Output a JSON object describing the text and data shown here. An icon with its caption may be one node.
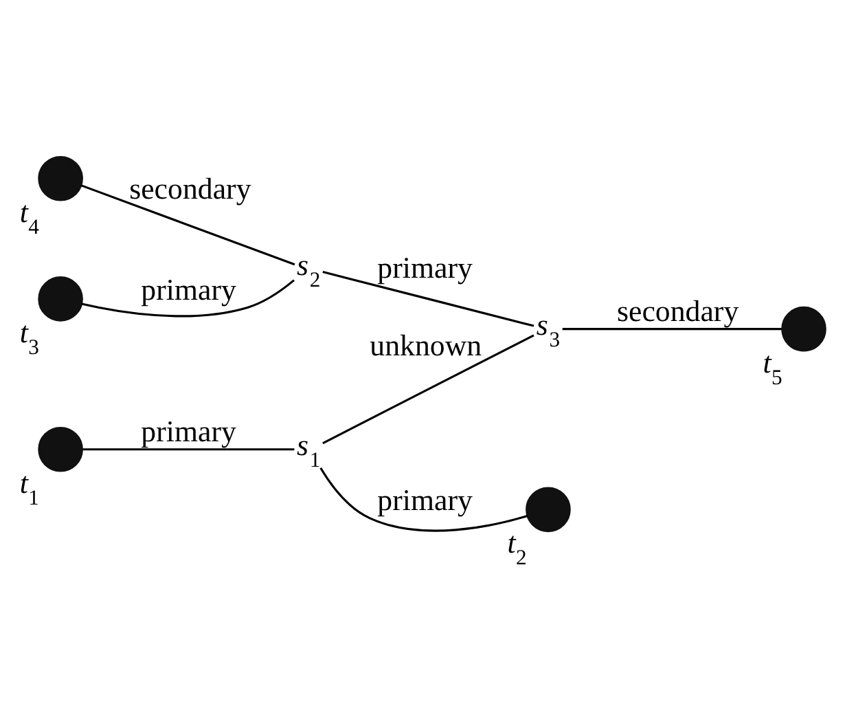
{
  "diagram": {
    "nodes": [
      {
        "text": [],
        "shape": "circle",
        "beside": [
          "*t*$_{3}$"
        ]
      },
      {
        "text": [],
        "shape": "circle",
        "beside": [
          "*t*$_{4}$"
        ]
      },
      {
        "text": [],
        "shape": "point",
        "beside": [
          "*s*$_{2}$"
        ]
      },
      {
        "text": [],
        "shape": "point",
        "beside": [
          "*s*$_{3}$"
        ]
      },
      {
        "text": [],
        "shape": "circle",
        "beside": [
          "*t*$_{1}$"
        ]
      },
      {
        "text": [],
        "shape": "point",
        "beside": [
          "*s*$_{1}$"
        ]
      },
      {
        "text": [],
        "shape": "circle",
        "beside": [
          "*t*$_{5}$"
        ]
      },
      {
        "text": [],
        "shape": "circle",
        "beside": [
          "*t*$_{2}$"
        ]
      }
    ],
    "edges": [
      {
        "from": 0,
        "to": 2,
        "arrow": "none",
        "label": "primary"
      },
      {
        "from": 1,
        "to": 2,
        "arrow": "none",
        "label": "secondary"
      },
      {
        "from": 2,
        "to": 3,
        "arrow": "none",
        "label": "primary"
      },
      {
        "from": 4,
        "to": 5,
        "arrow": "none",
        "label": "primary"
      },
      {
        "from": 5,
        "to": 3,
        "arrow": "none",
        "label": "unknown"
      },
      {
        "from": 3,
        "to": 6,
        "arrow": "none",
        "label": "secondary"
      },
      {
        "from": 5,
        "to": 7,
        "arrow": "none",
        "label": "primary"
      }
    ]
  }
}
